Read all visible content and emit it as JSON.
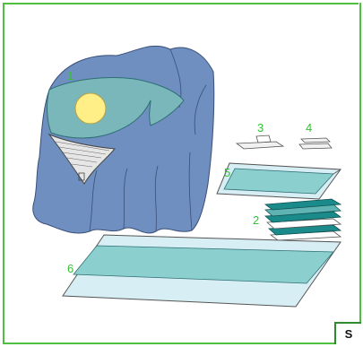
{
  "labels": {
    "n1": "1",
    "n2": "2",
    "n3": "3",
    "n4": "4",
    "n5": "5",
    "n6": "6"
  },
  "badge": "S",
  "colors": {
    "frame": "#4fbf3f",
    "label": "#33c233",
    "drape_blue": "#6e8fbf",
    "drape_teal": "#79b7bb",
    "sheet_light": "#d7eef4",
    "sheet_stripe": "#bfe0ea",
    "sheet_teal": "#8ccfcf",
    "stack_dark": "#1b8a8a",
    "yellow_disc": "#ffef86"
  }
}
